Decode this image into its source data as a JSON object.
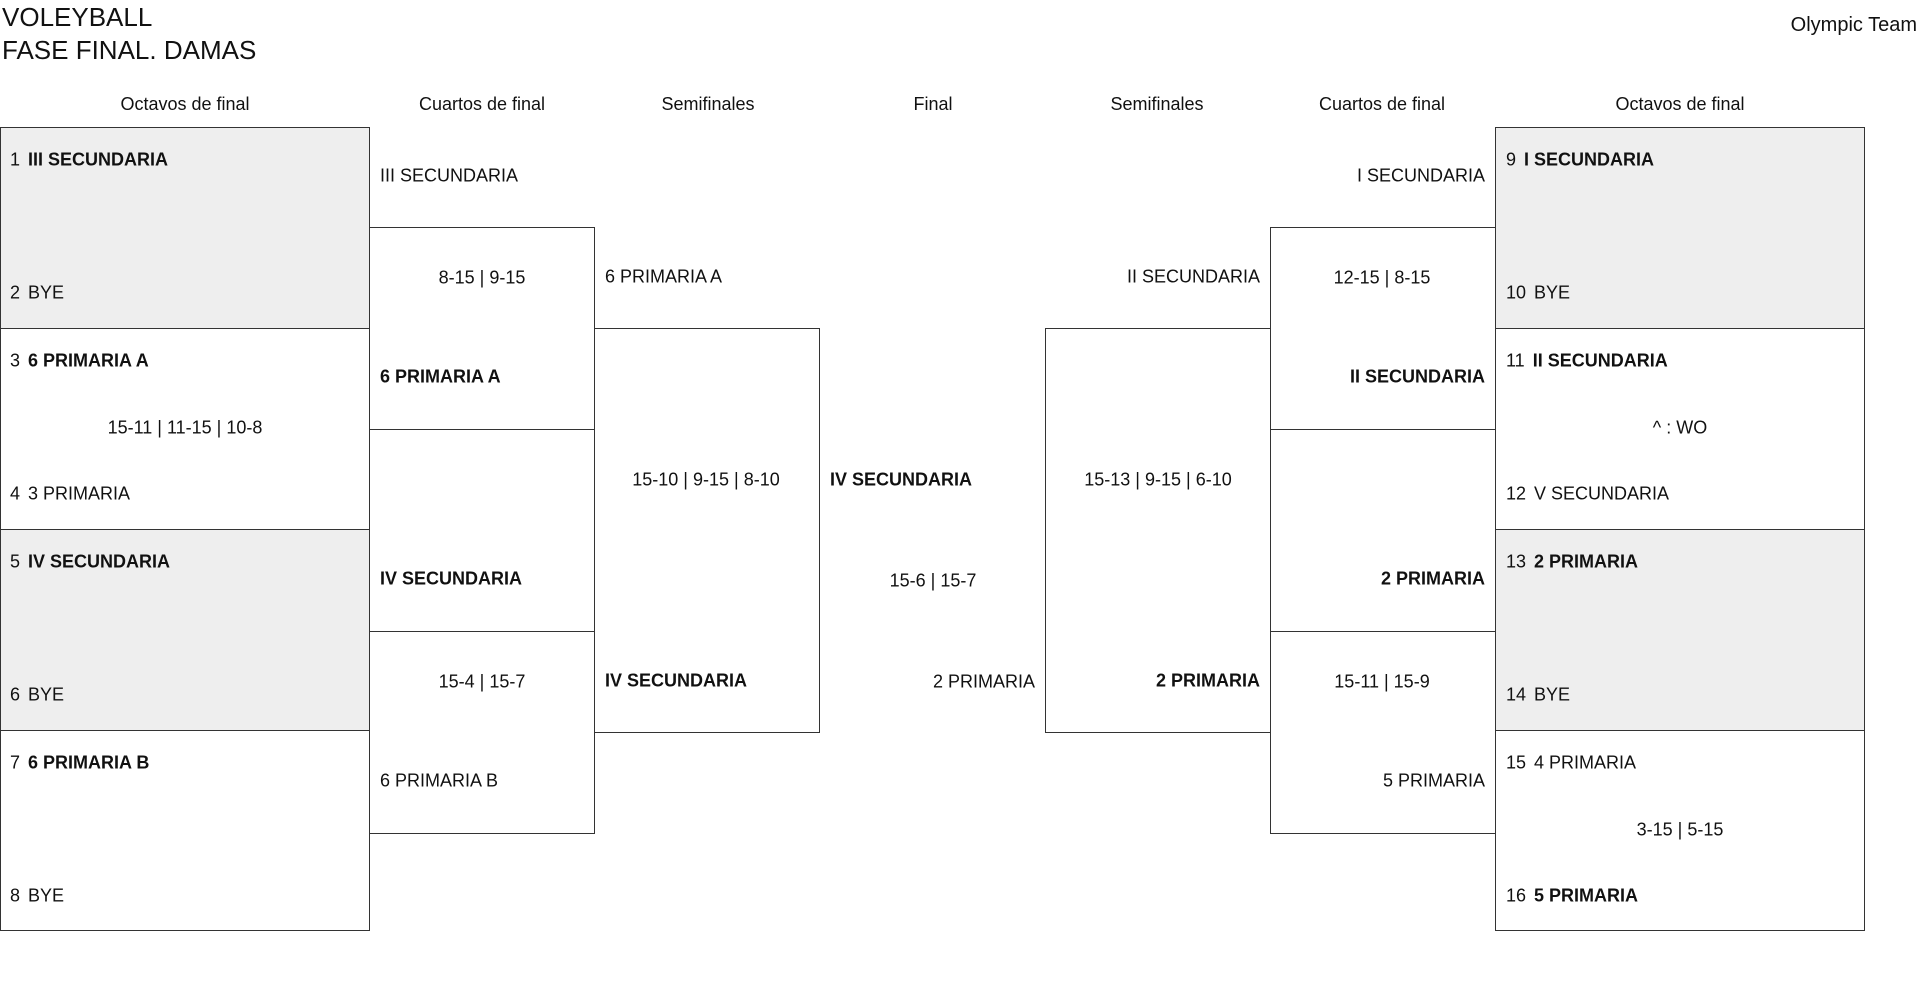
{
  "title": {
    "line1": "VOLEYBALL",
    "line2": "FASE FINAL. DAMAS",
    "brand": "Olympic Team"
  },
  "headers": [
    "Octavos de final",
    "Cuartos de final",
    "Semifinales",
    "Final",
    "Semifinales",
    "Cuartos de final",
    "Octavos de final"
  ],
  "octavos": [
    {
      "seed": "1",
      "team": "III SECUNDARIA"
    },
    {
      "seed": "2",
      "team": "BYE"
    },
    {
      "seed": "3",
      "team": "6 PRIMARIA A"
    },
    {
      "seed": "4",
      "team": "3 PRIMARIA"
    },
    {
      "seed": "5",
      "team": "IV SECUNDARIA"
    },
    {
      "seed": "6",
      "team": "BYE"
    },
    {
      "seed": "7",
      "team": "6 PRIMARIA B"
    },
    {
      "seed": "8",
      "team": "BYE"
    },
    {
      "seed": "9",
      "team": "I SECUNDARIA"
    },
    {
      "seed": "10",
      "team": "BYE"
    },
    {
      "seed": "11",
      "team": "II SECUNDARIA"
    },
    {
      "seed": "12",
      "team": "V SECUNDARIA"
    },
    {
      "seed": "13",
      "team": "2 PRIMARIA"
    },
    {
      "seed": "14",
      "team": "BYE"
    },
    {
      "seed": "15",
      "team": "4 PRIMARIA"
    },
    {
      "seed": "16",
      "team": "5 PRIMARIA"
    }
  ],
  "octavos_scores": {
    "m2": "15-11 | 11-15 | 10-8",
    "m6": "^ : WO",
    "m8": "3-15 | 5-15"
  },
  "cuartos_left": [
    {
      "top": "III SECUNDARIA",
      "score": "8-15 | 9-15",
      "bottom": "6 PRIMARIA A"
    },
    {
      "top": "IV SECUNDARIA",
      "score": "15-4 | 15-7",
      "bottom": "6 PRIMARIA B"
    }
  ],
  "cuartos_right": [
    {
      "top": "I SECUNDARIA",
      "score": "12-15 | 8-15",
      "bottom": "II SECUNDARIA"
    },
    {
      "top": "2 PRIMARIA",
      "score": "15-11 | 15-9",
      "bottom": "5 PRIMARIA"
    }
  ],
  "semi_left": {
    "top": "6 PRIMARIA A",
    "score": "15-10 | 9-15 | 8-10",
    "bottom": "IV SECUNDARIA"
  },
  "semi_right": {
    "top": "II SECUNDARIA",
    "score": "15-13 | 9-15 | 6-10",
    "bottom": "2 PRIMARIA"
  },
  "final": {
    "top": "IV SECUNDARIA",
    "score": "15-6 | 15-7",
    "bottom": "2 PRIMARIA"
  }
}
